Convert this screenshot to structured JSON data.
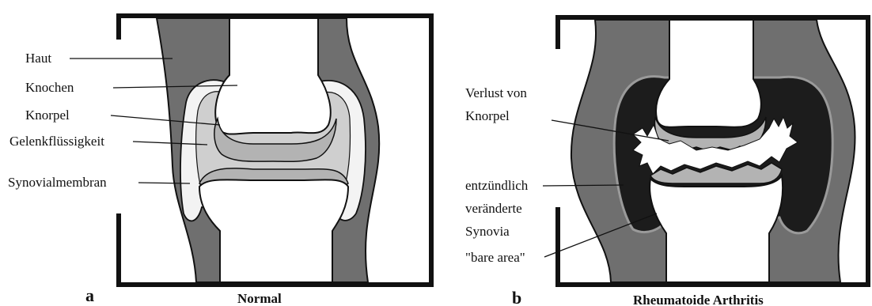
{
  "panels": {
    "a": {
      "letter": "a",
      "caption": "Normal",
      "labels": {
        "haut": "Haut",
        "knochen": "Knochen",
        "knorpel": "Knorpel",
        "gelenk": "Gelenkflüssigkeit",
        "synovial": "Synovialmembran"
      }
    },
    "b": {
      "letter": "b",
      "caption": "Rheumatoide Arthritis",
      "labels": {
        "verlust_line1": "Verlust von",
        "verlust_line2": "Knorpel",
        "entz_line1": "entzündlich",
        "entz_line2": "veränderte",
        "entz_line3": "Synovia",
        "bare": "\"bare area\""
      }
    }
  },
  "colors": {
    "skin_tissue": "#6f6f6f",
    "bone": "#ffffff",
    "cartilage": "#b3b3b3",
    "synovial_fluid": "#cfcfcf",
    "inflamed_synovia": "#1c1c1c",
    "outline": "#111111"
  }
}
